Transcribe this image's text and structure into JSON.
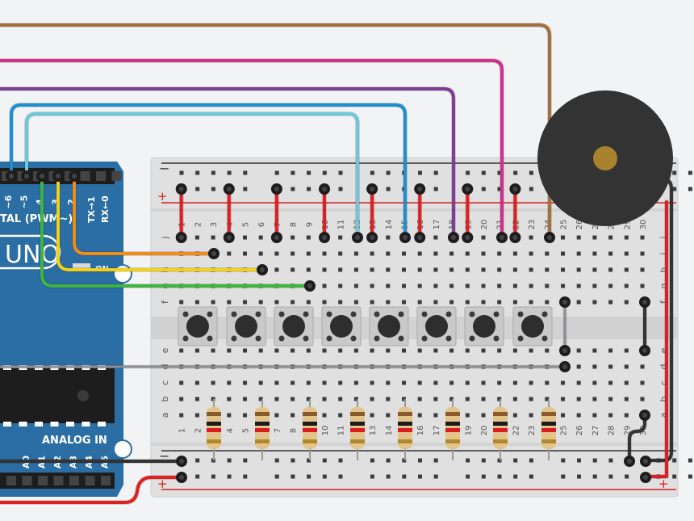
{
  "arduino": {
    "logo": "UNO",
    "digital_label": "TAL (PWM~)",
    "pin_labels": [
      "~6",
      "~5",
      "4",
      "3",
      "2"
    ],
    "tx_label": "TX→1",
    "rx_label": "RX←0",
    "on_label": "ON",
    "analog_label": "ANALOG IN",
    "analog_pins": [
      "A0",
      "A1",
      "A2",
      "A3",
      "A4",
      "A5"
    ]
  },
  "breadboard": {
    "rail_minus": "−",
    "rail_plus": "+",
    "row_letters_top": [
      "j",
      "i",
      "h",
      "g",
      "f"
    ],
    "row_letters_bottom": [
      "e",
      "d",
      "c",
      "b",
      "a"
    ],
    "column_numbers": [
      "1",
      "2",
      "3",
      "4",
      "5",
      "6",
      "7",
      "8",
      "9",
      "10",
      "11",
      "12",
      "13",
      "14",
      "15",
      "16",
      "17",
      "18",
      "19",
      "20",
      "21",
      "22",
      "23",
      "24",
      "25",
      "26",
      "27",
      "28",
      "29",
      "30"
    ]
  },
  "components": {
    "pushbutton_count": 8,
    "resistor_count": 8,
    "buzzer_count": 1
  },
  "wire_colors": {
    "red": "#e02020",
    "black": "#333333",
    "brown": "#a4703f",
    "magenta": "#d2308a",
    "purple": "#7e3d97",
    "blue": "#1e8fcf",
    "light_blue": "#6fc8d9",
    "green": "#3fb43f",
    "yellow": "#f0d01a",
    "orange": "#f08c1c",
    "gray": "#8e9194",
    "arduino_board": "#2b6ea3",
    "buzzer": "#333333"
  }
}
